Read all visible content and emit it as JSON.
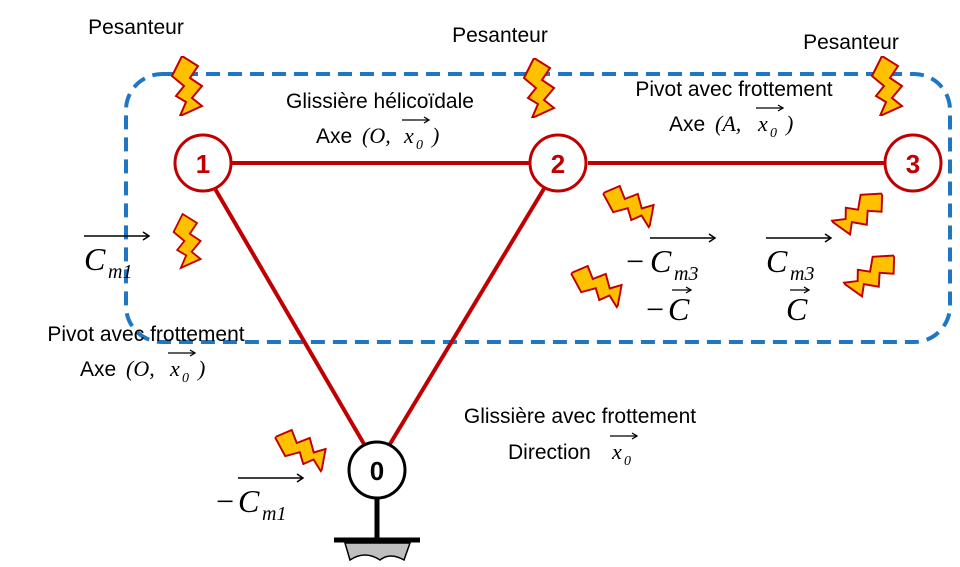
{
  "colors": {
    "link": "#c00000",
    "node_stroke": "#c00000",
    "frame_node": "#000000",
    "boundary": "#1f77c4",
    "bolt_fill": "#ffc000",
    "bolt_stroke": "#c00000"
  },
  "nodes": [
    {
      "id": "n1",
      "label": "1"
    },
    {
      "id": "n2",
      "label": "2"
    },
    {
      "id": "n3",
      "label": "3"
    },
    {
      "id": "n0",
      "label": "0"
    }
  ],
  "gravity": {
    "label": "Pesanteur"
  },
  "joints": {
    "helical": {
      "name": "Glissière hélicoïdale",
      "axis_prefix": "Axe ",
      "axis_math": "(O,",
      "axis_vec": "x",
      "axis_sub": "0",
      "axis_close": ")"
    },
    "pivot_23": {
      "name": "Pivot avec frottement",
      "axis_prefix": "Axe ",
      "axis_math": "(A,",
      "axis_vec": "x",
      "axis_sub": "0",
      "axis_close": ")"
    },
    "pivot_01": {
      "name": "Pivot avec frottement",
      "axis_prefix": "Axe ",
      "axis_math": "(O,",
      "axis_vec": "x",
      "axis_sub": "0",
      "axis_close": ")"
    },
    "slider_02": {
      "name": "Glissière avec frottement",
      "dir_prefix": "Direction ",
      "dir_vec": "x",
      "dir_sub": "0"
    }
  },
  "torques": {
    "cm1": {
      "sign": "",
      "sym": "C",
      "sub": "m1"
    },
    "neg_cm1": {
      "sign": "−",
      "sym": "C",
      "sub": "m1"
    },
    "neg_cm3": {
      "sign": "−",
      "sym": "C",
      "sub": "m3"
    },
    "neg_c": {
      "sign": "−",
      "sym": "C"
    },
    "cm3": {
      "sign": "",
      "sym": "C",
      "sub": "m3"
    },
    "c": {
      "sign": "",
      "sym": "C"
    }
  }
}
